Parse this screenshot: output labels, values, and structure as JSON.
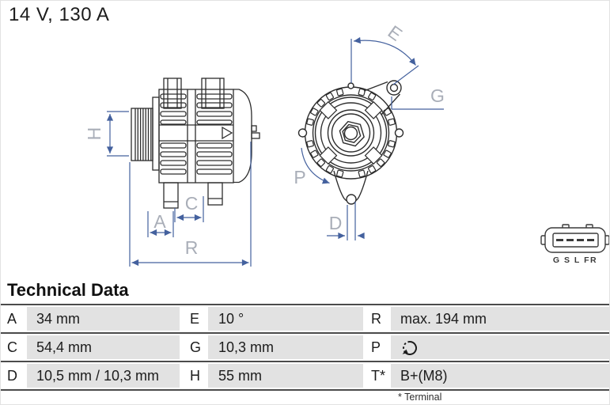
{
  "header": {
    "title": "14 V, 130 A"
  },
  "diagram": {
    "dim_labels": {
      "h": "H",
      "a": "A",
      "c": "C",
      "r": "R",
      "e": "E",
      "g": "G",
      "p": "P",
      "d": "D"
    },
    "connector": {
      "pin_labels": "G S L FR"
    },
    "colors": {
      "outline": "#2d2d2d",
      "dimension_line": "#44619e",
      "dimension_label": "#a9aeb8"
    },
    "icons": {
      "rotation_direction": "clockwise-rotation-icon"
    }
  },
  "table": {
    "heading": "Technical Data",
    "rows": [
      {
        "c1k": "A",
        "c1v": "34 mm",
        "c2k": "E",
        "c2v": "10 °",
        "c3k": "R",
        "c3v": "max. 194 mm"
      },
      {
        "c1k": "C",
        "c1v": "54,4 mm",
        "c2k": "G",
        "c2v": "10,3 mm",
        "c3k": "P",
        "c3v": "",
        "c3v_icon": "clockwise-rotation-icon"
      },
      {
        "c1k": "D",
        "c1v": "10,5 mm / 10,3 mm",
        "c2k": "H",
        "c2v": "55 mm",
        "c3k": "T*",
        "c3v": "B+(M8)"
      }
    ],
    "footnote": "* Terminal",
    "row_bg": "#e2e2e2",
    "line_color": "#4b4b4b"
  }
}
